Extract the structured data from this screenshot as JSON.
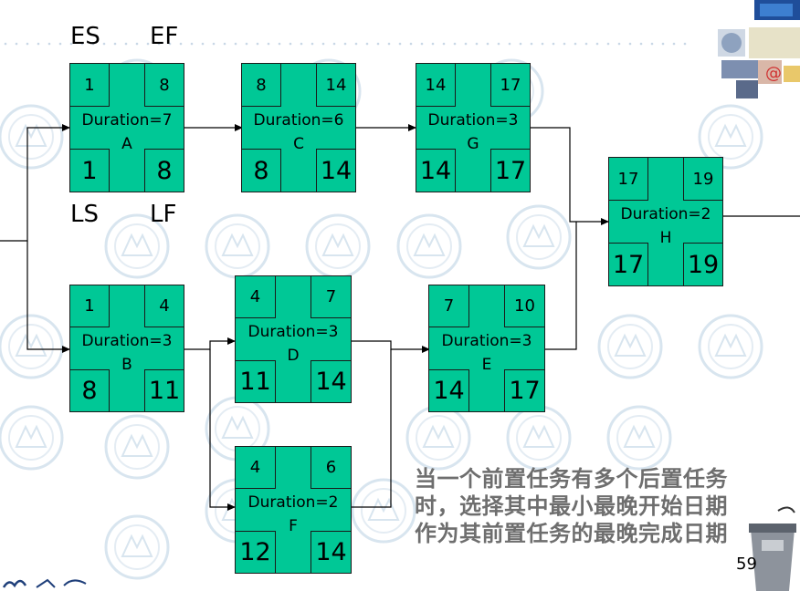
{
  "legend": {
    "es": "ES",
    "ef": "EF",
    "ls": "LS",
    "lf": "LF"
  },
  "nodes": [
    {
      "id": "A",
      "es": "1",
      "ef": "8",
      "ls": "1",
      "lf": "8",
      "duration": "Duration=7"
    },
    {
      "id": "B",
      "es": "1",
      "ef": "4",
      "ls": "8",
      "lf": "11",
      "duration": "Duration=3"
    },
    {
      "id": "C",
      "es": "8",
      "ef": "14",
      "ls": "8",
      "lf": "14",
      "duration": "Duration=6"
    },
    {
      "id": "D",
      "es": "4",
      "ef": "7",
      "ls": "11",
      "lf": "14",
      "duration": "Duration=3"
    },
    {
      "id": "E",
      "es": "7",
      "ef": "10",
      "ls": "14",
      "lf": "17",
      "duration": "Duration=3"
    },
    {
      "id": "F",
      "es": "4",
      "ef": "6",
      "ls": "12",
      "lf": "14",
      "duration": "Duration=2"
    },
    {
      "id": "G",
      "es": "14",
      "ef": "17",
      "ls": "14",
      "lf": "17",
      "duration": "Duration=3"
    },
    {
      "id": "H",
      "es": "17",
      "ef": "19",
      "ls": "17",
      "lf": "19",
      "duration": "Duration=2"
    }
  ],
  "note": "当一个前置任务有多个后置任务时，选择其中最小最晚开始日期作为其前置任务的最晚完成日期",
  "page_number": "59",
  "colors": {
    "node_fill": "#00c896",
    "note_text": "#6e6e6e",
    "line": "#000000"
  }
}
